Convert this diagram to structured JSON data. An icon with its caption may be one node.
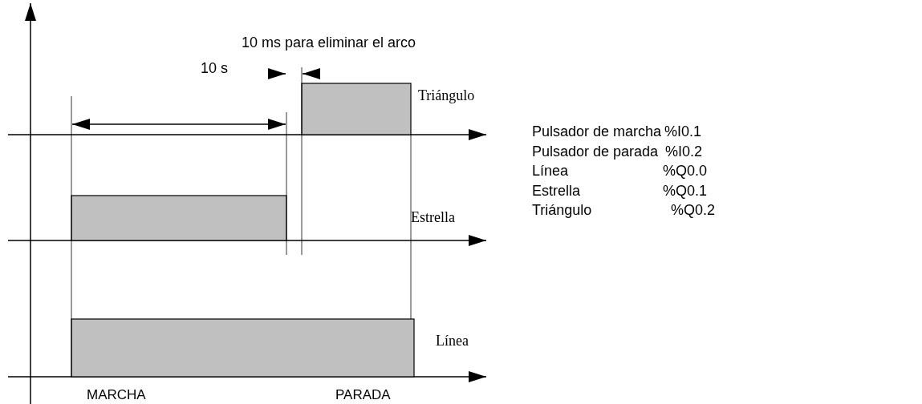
{
  "diagram": {
    "labels": [
      "10 ms para eliminar el arco",
      "10 s",
      "Triángulo",
      "Estrella",
      "Línea",
      "MARCHA",
      "PARADA",
      "Pulsador de marcha",
      "%I0.1",
      "Pulsador de parada",
      "%I0.2",
      "Línea",
      "%Q0.0",
      "Estrella",
      "%Q0.1",
      "Triángulo",
      "%Q0.2"
    ]
  }
}
